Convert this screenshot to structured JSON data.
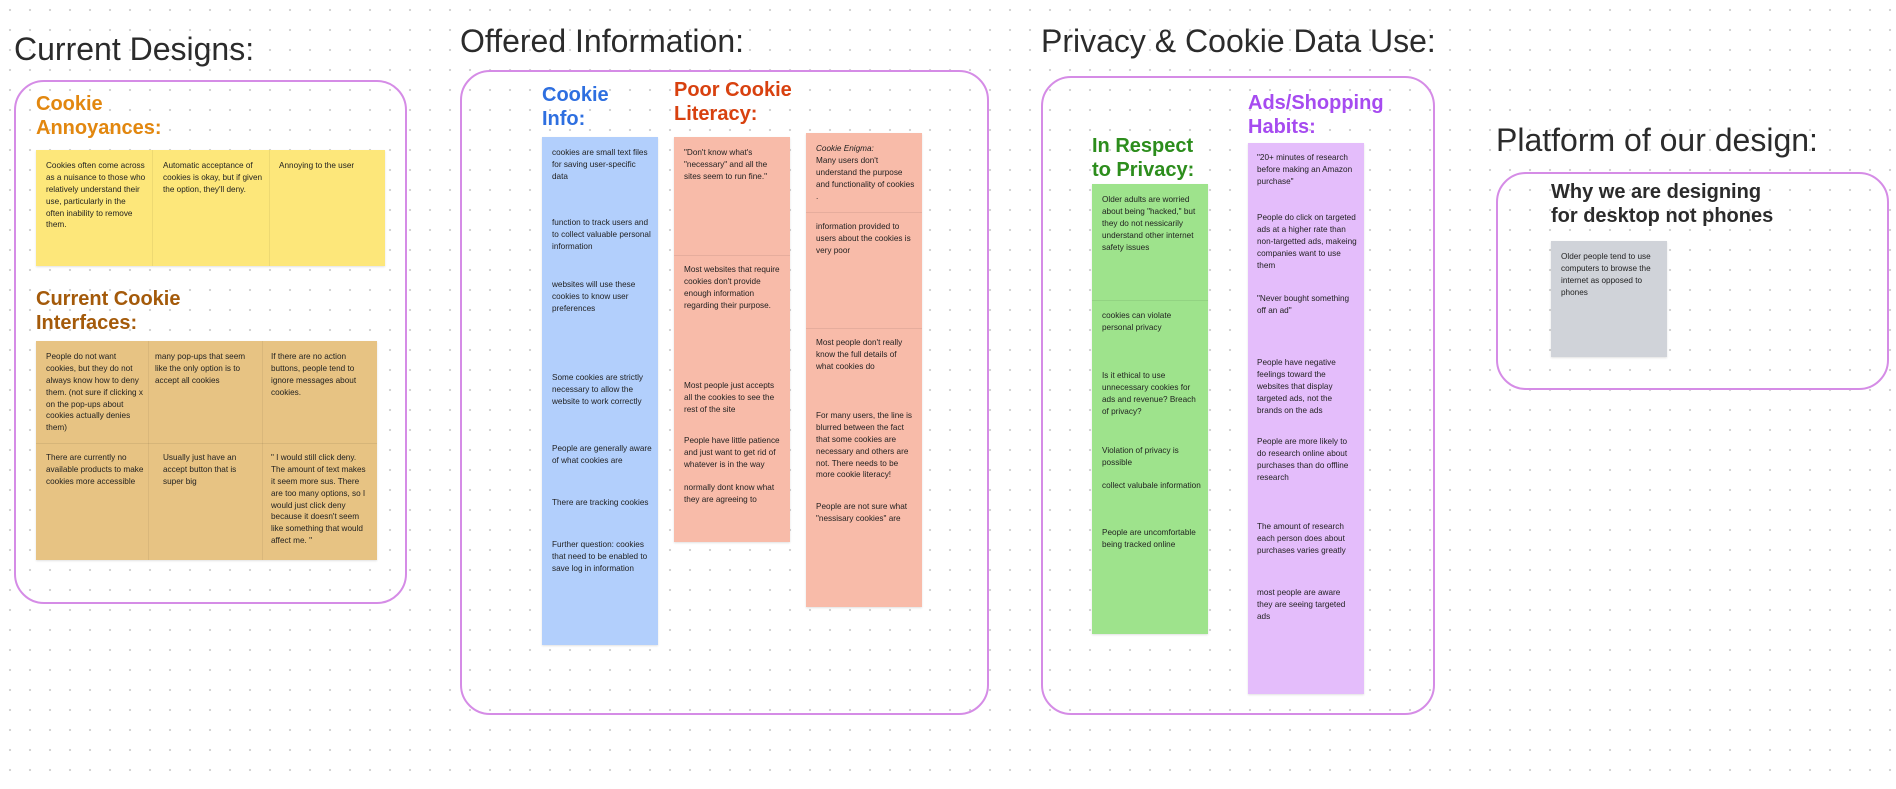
{
  "sections": {
    "current_designs": "Current Designs:",
    "offered_information": "Offered Information:",
    "privacy": "Privacy & Cookie Data Use:",
    "platform": "Platform of our design:"
  },
  "clusters": {
    "cookie_annoyances": "Cookie Annoyances:",
    "current_interfaces": "Current  Cookie Interfaces:",
    "cookie_info": "Cookie Info:",
    "poor_literacy": "Poor Cookie Literacy:",
    "respect_privacy": "In Respect to Privacy:",
    "ads_habits": "Ads/Shopping Habits:",
    "why_desktop": "Why we are designing for desktop not phones"
  },
  "colors": {
    "yellow": "#fde77a",
    "tan": "#e7c383",
    "blue": "#b2cffc",
    "salmon": "#f8bba9",
    "green": "#9ee38c",
    "purple": "#e4bdfb",
    "gray": "#d0d3d9",
    "frame": "#d58ce6"
  },
  "notes": {
    "annoyances": [
      "Cookies often come across as a nuisance to those who relatively understand their use, particularly in the often inability to remove them.",
      "Automatic acceptance of cookies is okay, but if given the option, they'll deny.",
      "Annoying to the user"
    ],
    "interfaces": [
      "People do not want cookies, but they do not always know how to deny them. (not sure if clicking x on the pop-ups about cookies actually denies them)",
      "many pop-ups that seem like the only option is to accept all cookies",
      "If there are no action buttons, people tend to ignore messages about cookies.",
      "There are currently no available products to make cookies more accessible",
      "Usually just have an accept button that is super big",
      "\" I would still click deny. The amount of text makes it seem more sus. There are too many options, so I would just click deny because it doesn't seem like something that would affect me. \""
    ],
    "info": [
      "cookies are small text files for saving user-specific data",
      "function to track users and to collect valuable personal information",
      "websites will use these cookies to know user preferences",
      "Some cookies are strictly necessary to allow the website to work correctly",
      "People are generally aware of what cookies are",
      "There are tracking cookies",
      "Further question: cookies that need to be enabled to save log in information"
    ],
    "literacy_a": [
      "\"Don't know what's \"necessary\" and all the sites seem to run fine.\"",
      "Most websites that require cookies don't provide enough information regarding their purpose.",
      "Most people just accepts all the cookies to see the rest of the site",
      "People have little patience and just want to get rid of whatever is in the way",
      "normally dont know what they are agreeing to"
    ],
    "literacy_b": {
      "enigma_title": "Cookie Enigma:",
      "enigma_body": "Many users don't understand the purpose and functionality of cookies .",
      "items": [
        "information provided to users about the cookies  is very poor",
        "Most people don't really know the full details of what cookies do",
        "For many users, the line is blurred between the fact that some cookies are necessary and others are not. There needs to be more cookie literacy!",
        "People are not sure what \"nessisary cookies\" are"
      ]
    },
    "privacy": [
      "Older adults are worried about being \"hacked,\" but they do not nessicarily understand other internet safety issues",
      "cookies can violate personal privacy",
      "Is it ethical to use unnecessary cookies for ads and revenue? Breach of privacy?",
      "Violation of privacy is possible",
      "collect valubale information",
      "People are uncomfortable being tracked online"
    ],
    "ads": [
      "\"20+ minutes of research before making an Amazon purchase\"",
      "People do click on targeted ads at a higher rate than non-targetted ads, makeing companies want to use them",
      "\"Never bought something off an ad\"",
      "People have negative feelings toward the websites that display targeted ads, not the brands on the ads",
      "People are more likely to do research online about purchases than do offline research",
      "The amount of research each person does about purchases varies greatly",
      "most people are aware they are seeing targeted ads"
    ],
    "platform": [
      "Older people tend to use computers to browse the internet as opposed to phones"
    ]
  }
}
